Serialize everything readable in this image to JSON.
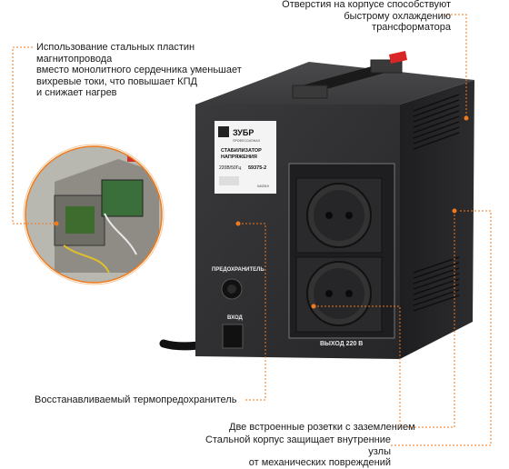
{
  "captions": {
    "ventilation": "Отверстия на корпусе способствуют быстрому охлаждению трансформатора",
    "core_line1": "Использование стальных пластин магнитопровода",
    "core_line2": "вместо монолитного сердечника уменьшает",
    "core_line3": "вихревые токи, что повышает КПД",
    "core_line4": "и снижает нагрев",
    "thermal_fuse": "Восстанавливаемый термопредохранитель",
    "sockets": "Две встроенные розетки с заземлением",
    "body_line1": "Стальной корпус защищает внутренние узлы",
    "body_line2": "от механических повреждений"
  },
  "device_label": {
    "brand": "ЗУБР",
    "brand_sub": "ПРОФЕССИОНАЛ",
    "product_line1": "СТАБИЛИЗАТОР",
    "product_line2": "НАПРЯЖЕНИЯ",
    "spec": "220В/50Гц",
    "model": "59375-2",
    "code": "04/2019"
  },
  "panel_text": {
    "fuse": "ПРЕДОХРАНИТЕЛЬ",
    "input": "ВХОД",
    "output": "ВЫХОД 220 В"
  },
  "colors": {
    "accent": "#f07a1c",
    "body": "#2a2a2c",
    "body_side": "#1c1c1e"
  }
}
